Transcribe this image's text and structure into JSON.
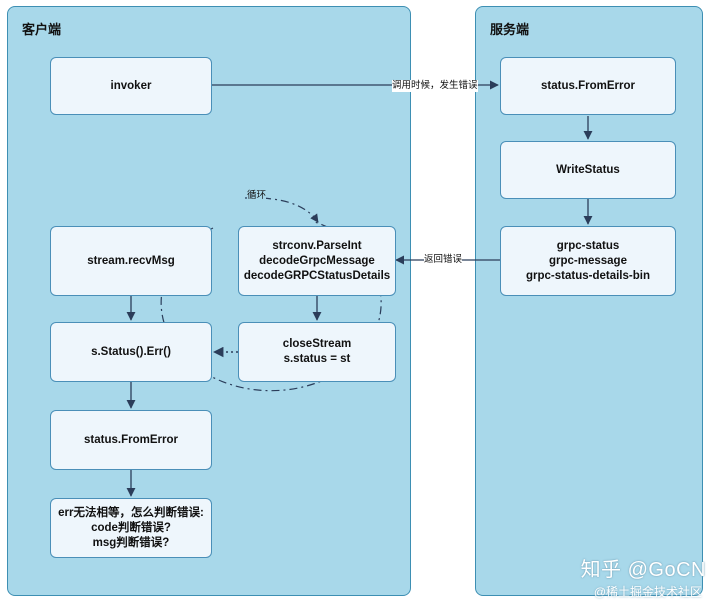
{
  "client": {
    "title": "客户端"
  },
  "server": {
    "title": "服务端"
  },
  "nodes": {
    "invoker": "invoker",
    "recvmsg": "stream.recvMsg",
    "status_err": "s.Status().Err()",
    "client_fromerror": "status.FromError",
    "err_q": [
      "err无法相等，怎么判断错误:",
      "code判断错误?",
      "msg判断错误?"
    ],
    "parse": [
      "strconv.ParseInt",
      "decodeGrpcMessage",
      "decodeGRPCStatusDetails"
    ],
    "close": [
      "closeStream",
      "s.status = st"
    ],
    "server_fromerror": "status.FromError",
    "writestatus": "WriteStatus",
    "grpc": [
      "grpc-status",
      "grpc-message",
      "grpc-status-details-bin"
    ]
  },
  "edges": {
    "call_label": "调用时候，发生错误",
    "return_label": "返回错误",
    "loop_label": "循环"
  },
  "watermark": {
    "main": "知乎 @GoCN",
    "sub": "@稀土掘金技术社区"
  },
  "colors": {
    "panel": "#a8d8ea",
    "panel_border": "#3d8fb3",
    "node": "#eef6fc",
    "node_border": "#4a8fb8",
    "edge": "#2b3d5a"
  }
}
